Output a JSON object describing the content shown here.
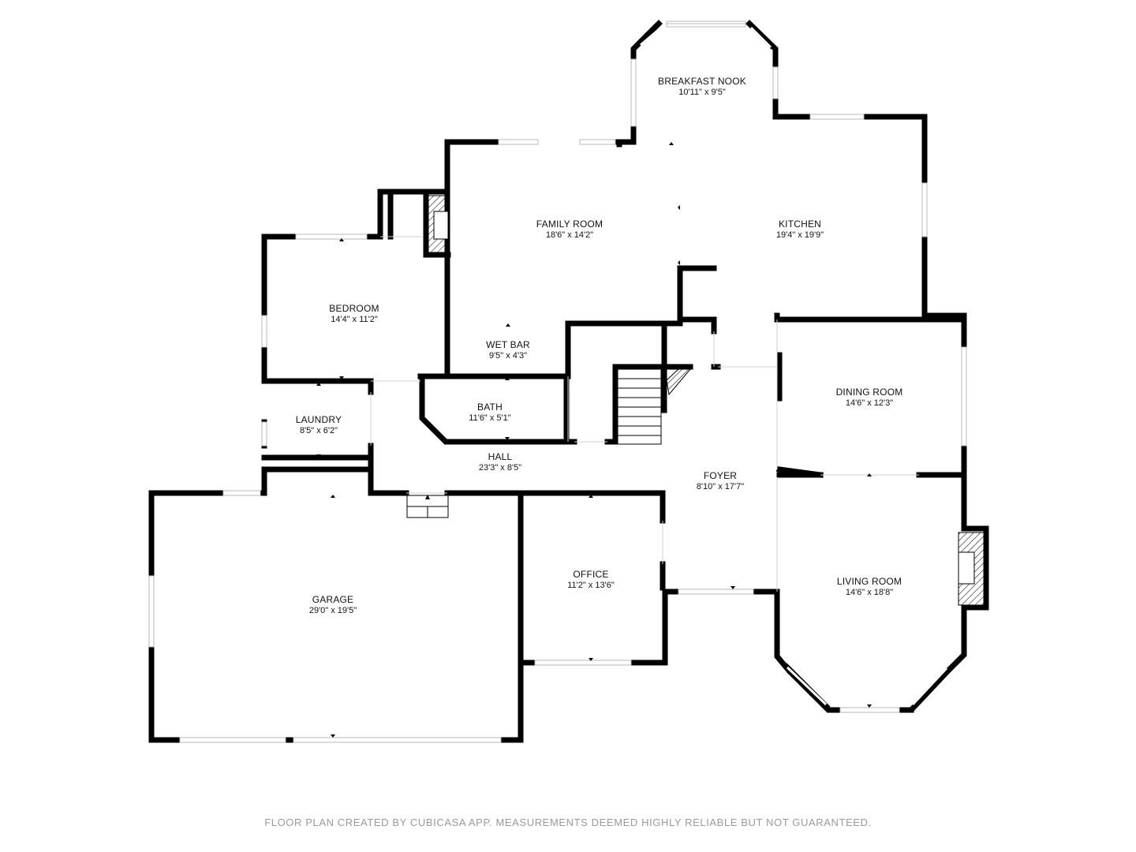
{
  "rooms": {
    "breakfast_nook": {
      "name": "BREAKFAST NOOK",
      "size": "10'11\" x 9'5\""
    },
    "family_room": {
      "name": "FAMILY ROOM",
      "size": "18'6\" x 14'2\""
    },
    "kitchen": {
      "name": "KITCHEN",
      "size": "19'4\" x 19'9\""
    },
    "bedroom": {
      "name": "BEDROOM",
      "size": "14'4\" x 11'2\""
    },
    "wet_bar": {
      "name": "WET BAR",
      "size": "9'5\" x 4'3\""
    },
    "bath": {
      "name": "BATH",
      "size": "11'6\" x 5'1\""
    },
    "laundry": {
      "name": "LAUNDRY",
      "size": "8'5\" x 6'2\""
    },
    "hall": {
      "name": "HALL",
      "size": "23'3\" x 8'5\""
    },
    "dining_room": {
      "name": "DINING ROOM",
      "size": "14'6\" x 12'3\""
    },
    "foyer": {
      "name": "FOYER",
      "size": "8'10\" x 17'7\""
    },
    "office": {
      "name": "OFFICE",
      "size": "11'2\" x 13'6\""
    },
    "garage": {
      "name": "GARAGE",
      "size": "29'0\" x 19'5\""
    },
    "living_room": {
      "name": "LIVING ROOM",
      "size": "14'6\" x 18'8\""
    }
  },
  "footer": "FLOOR PLAN CREATED BY CUBICASA APP. MEASUREMENTS DEEMED HIGHLY RELIABLE BUT NOT GUARANTEED."
}
